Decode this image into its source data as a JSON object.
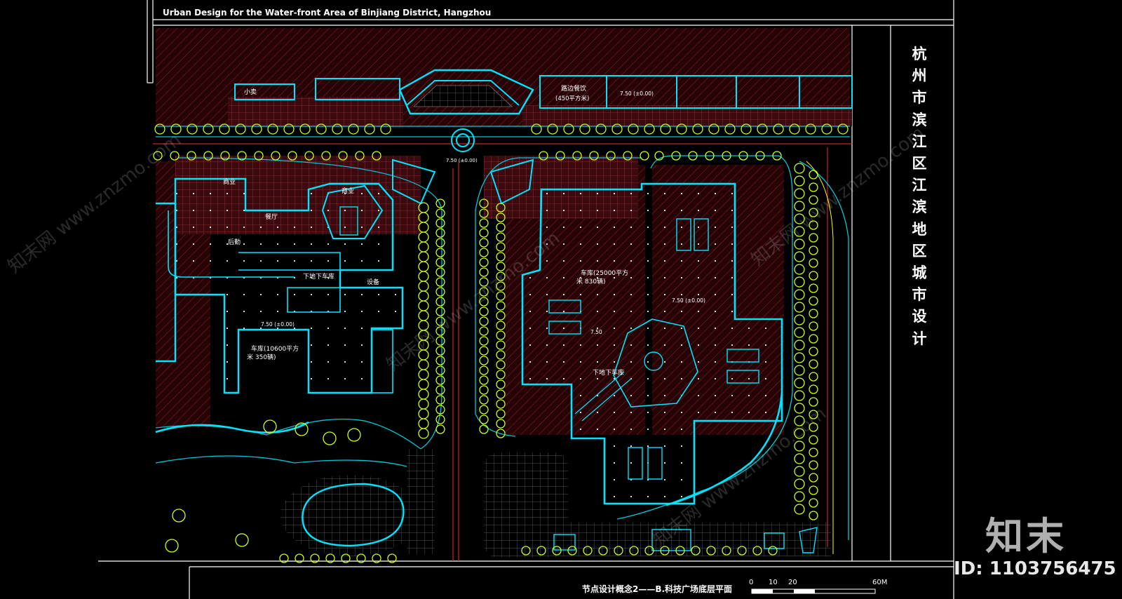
{
  "drawing": {
    "header_english": "Urban Design for the Water-front Area of Binjiang District, Hangzhou",
    "title_vertical": [
      "杭",
      "州",
      "市",
      "滨",
      "江",
      "区",
      "江",
      "滨",
      "地",
      "区",
      "城",
      "市",
      "设",
      "计"
    ],
    "sheet_caption": "节点设计概念2——B.科技广场底层平面",
    "scale_labels": [
      "0",
      "10",
      "20",
      "60M"
    ],
    "colors": {
      "background": "#000000",
      "building_outline": "#00e5ff",
      "site_lines": "#00c8d8",
      "road_red": "#d0202a",
      "trees": "#c8ff1a",
      "hatch": "#5a0f14",
      "yellow_line": "#ffff00",
      "frame": "#ffffff"
    }
  },
  "labels": {
    "xiaomai": "小卖",
    "lubian_canyin": "路边餐饮",
    "lubian_area": "(450平方米)",
    "elev_north": "7.50 (±0.00)",
    "elev_plaza": "7.50 (±0.00)",
    "shangye_1": "商业",
    "shangye_2": "商业",
    "canting": "餐厅",
    "houqin": "后勤",
    "dixia_cheku_1": "下地下车库",
    "shebei": "设备",
    "elev_left": "7.50 (±0.00)",
    "cheku_left_1": "车库(10600平方",
    "cheku_left_2": "米 350辆)",
    "cheku_right_1": "车库(25000平方",
    "cheku_right_2": "米 830辆)",
    "elev_right": "7.50 (±0.00)",
    "elev_mid": "7.50",
    "dixia_cheku_2": "下地下车库"
  },
  "branding": {
    "logo_text": "知末",
    "id_text": "ID: 1103756475",
    "watermark": "知末网 www.znzmo.com"
  },
  "icons": {
    "north_arrow": "north-arrow-icon"
  }
}
